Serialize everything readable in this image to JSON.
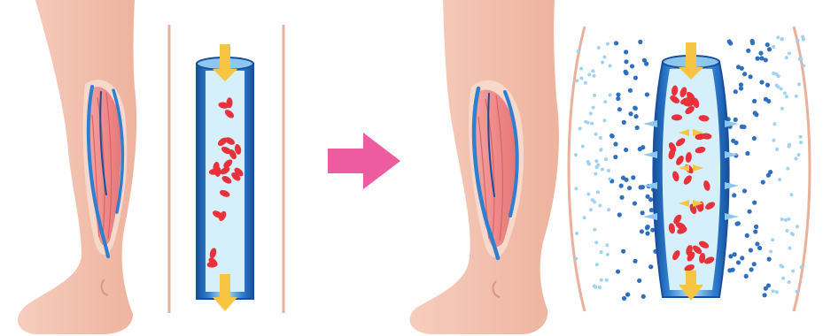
{
  "colors": {
    "background": "#ffffff",
    "skin": "#f3c3b2",
    "skin_shadow": "#e2a08a",
    "muscle": "#ef8a8a",
    "muscle_dark": "#d96464",
    "vein_blue": "#2f7fd0",
    "vein_dark": "#174f9e",
    "vein_light": "#8cc7ef",
    "blood_cell": "#e8313a",
    "flow_arrow": "#f7c443",
    "transition_arrow": "#ec5c9e",
    "boundary_line": "#eab09a",
    "fluid_dot_dark": "#2f6fc2",
    "fluid_dot_light": "#9fd3ef"
  },
  "panels": [
    {
      "name": "normal-leg",
      "state": "normal",
      "icon": "leg-with-veins-icon"
    },
    {
      "name": "normal-vein",
      "state": "normal",
      "icon": "vein-cross-section-icon"
    },
    {
      "name": "swollen-leg",
      "state": "swollen",
      "icon": "swollen-leg-icon"
    },
    {
      "name": "swollen-vein",
      "state": "swollen",
      "icon": "leaking-vein-icon"
    }
  ],
  "transition": {
    "icon": "arrow-right-icon"
  }
}
